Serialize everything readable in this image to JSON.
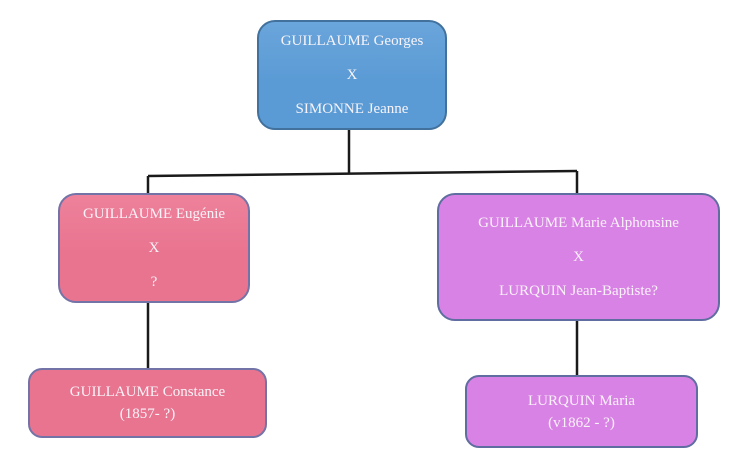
{
  "diagram": {
    "type": "family-tree",
    "nodes": {
      "root": {
        "lines": [
          "GUILLAUME Georges",
          "X",
          "SIMONNE Jeanne"
        ]
      },
      "left_child": {
        "lines": [
          "GUILLAUME Eugénie",
          "X",
          "?"
        ]
      },
      "right_child": {
        "lines": [
          "GUILLAUME Marie Alphonsine",
          "X",
          "LURQUIN Jean-Baptiste?"
        ]
      },
      "left_grandchild": {
        "lines": [
          "GUILLAUME Constance",
          "(1857- ?)"
        ]
      },
      "right_grandchild": {
        "lines": [
          "LURQUIN Maria",
          "(v1862 - ?)"
        ]
      }
    },
    "edges": [
      "root -> left_child",
      "root -> right_child",
      "left_child -> left_grandchild",
      "right_child -> right_grandchild"
    ]
  },
  "colors": {
    "background": "#ffffff",
    "text": "#f8f3f8",
    "connector": "#1a1a1a",
    "root_fill": "#5b9bd5",
    "root_border": "#41719c",
    "pink_fill": "#e97490",
    "pink_border": "#7373a8",
    "violet_fill": "#d982e5",
    "violet_border": "#5f6da0"
  }
}
